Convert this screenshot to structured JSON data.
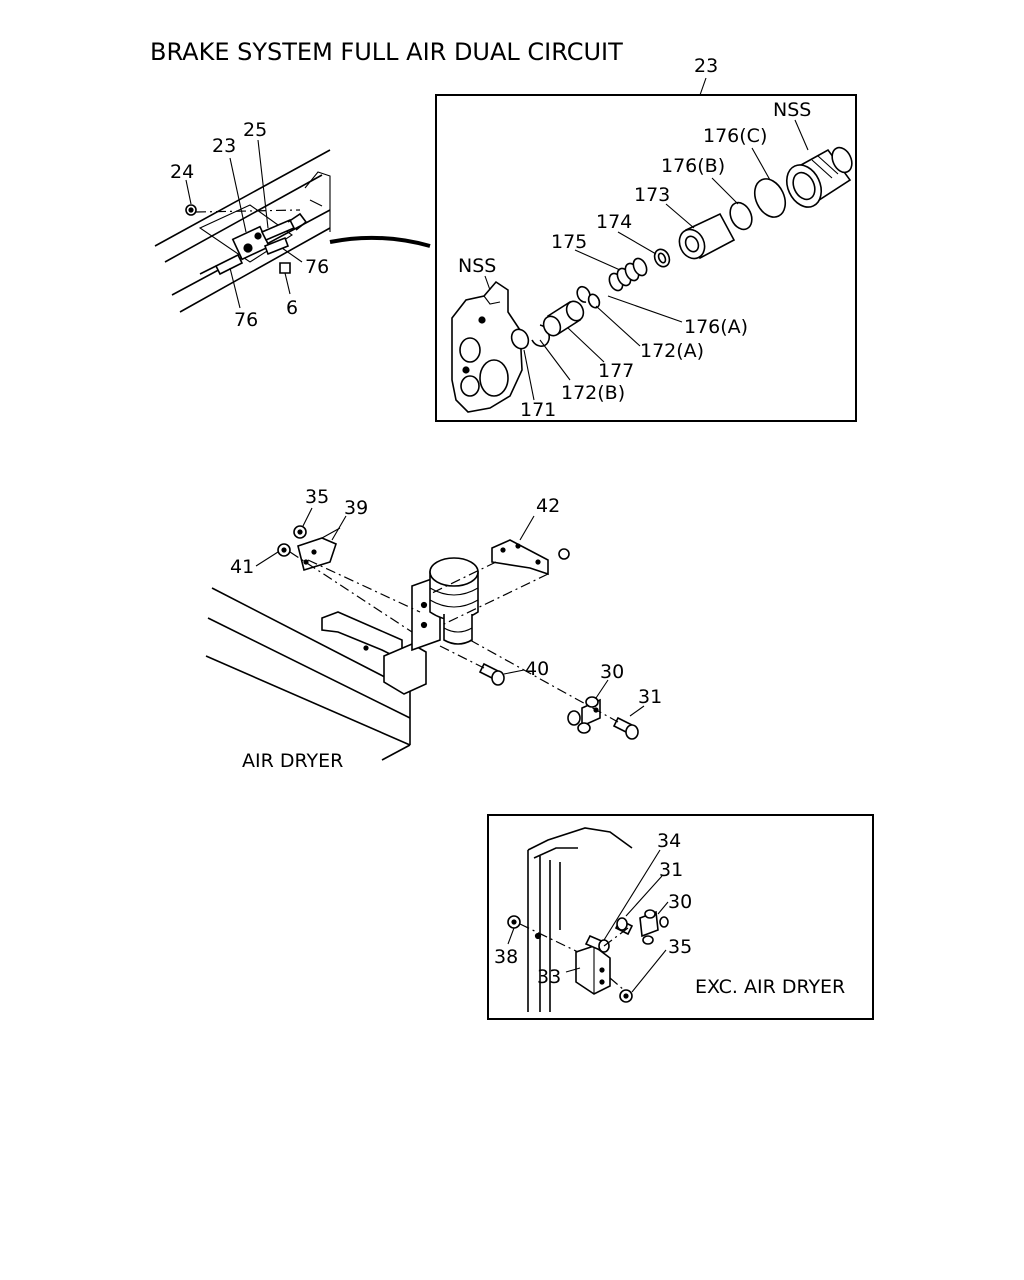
{
  "title": "BRAKE SYSTEM FULL AIR DUAL CIRCUIT",
  "overview_labels": {
    "l24": "24",
    "l23": "23",
    "l25": "25",
    "l76a": "76",
    "l6": "6",
    "l76b": "76"
  },
  "detail_labels": {
    "callout": "23",
    "nss_left": "NSS",
    "nss_right": "NSS",
    "l176c": "176(C)",
    "l176b": "176(B)",
    "l173": "173",
    "l174": "174",
    "l175": "175",
    "l176a": "176(A)",
    "l172a": "172(A)",
    "l177": "177",
    "l172b": "172(B)",
    "l171": "171"
  },
  "dryer_labels": {
    "l35": "35",
    "l39": "39",
    "l42": "42",
    "l41": "41",
    "l40": "40",
    "l30": "30",
    "l31": "31",
    "caption": "AIR DRYER"
  },
  "exc_labels": {
    "l34": "34",
    "l31": "31",
    "l30": "30",
    "l38": "38",
    "l35": "35",
    "l33": "33",
    "caption": "EXC. AIR DRYER"
  }
}
